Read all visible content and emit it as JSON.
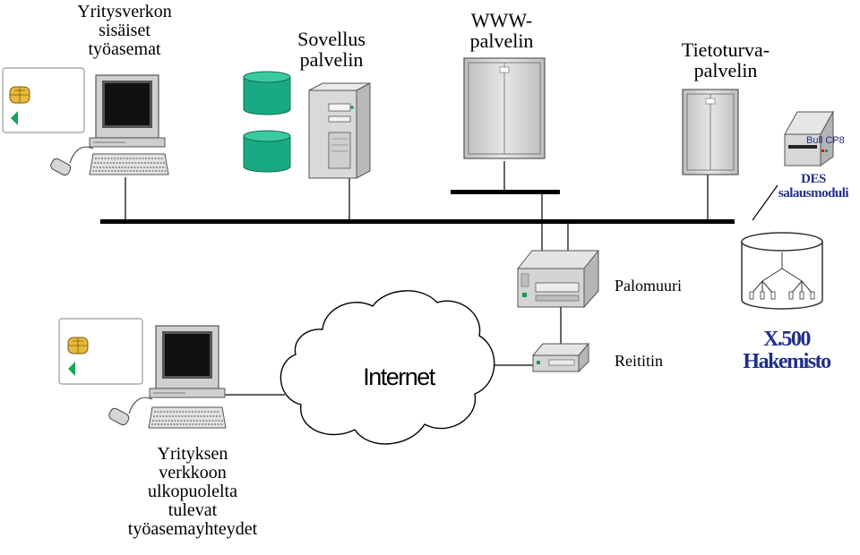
{
  "labels": {
    "internal_workstations": [
      "Yritysverkon",
      "sisäiset",
      "työasemat"
    ],
    "application_server": [
      "Sovellus",
      "palvelin"
    ],
    "www_server": [
      "WWW-",
      "palvelin"
    ],
    "security_server": [
      "Tietoturva-",
      "palvelin"
    ],
    "des_module": [
      "DES",
      "salausmoduli"
    ],
    "bull_tag": "Bull CP8",
    "firewall": "Palomuuri",
    "router": "Reititin",
    "directory": [
      "X.500",
      "Hakemisto"
    ],
    "internet": "Internet",
    "external_workstations": [
      "Yrityksen",
      "verkkoon",
      "ulkopuolelta",
      "tulevat",
      "työasemayhteydet"
    ]
  },
  "colors": {
    "database_green": "#1aaa83",
    "directory_blue": "#1f2f8a",
    "device_gray": "#d4d4d4",
    "line_black": "#000000"
  },
  "icons": [
    "smartcard-icon",
    "monitor-icon",
    "keyboard-icon",
    "mouse-icon",
    "database-icon",
    "server-tower-icon",
    "rack-server-icon",
    "encryption-device-icon",
    "firewall-device-icon",
    "router-icon",
    "directory-tree-icon",
    "cloud-icon"
  ]
}
